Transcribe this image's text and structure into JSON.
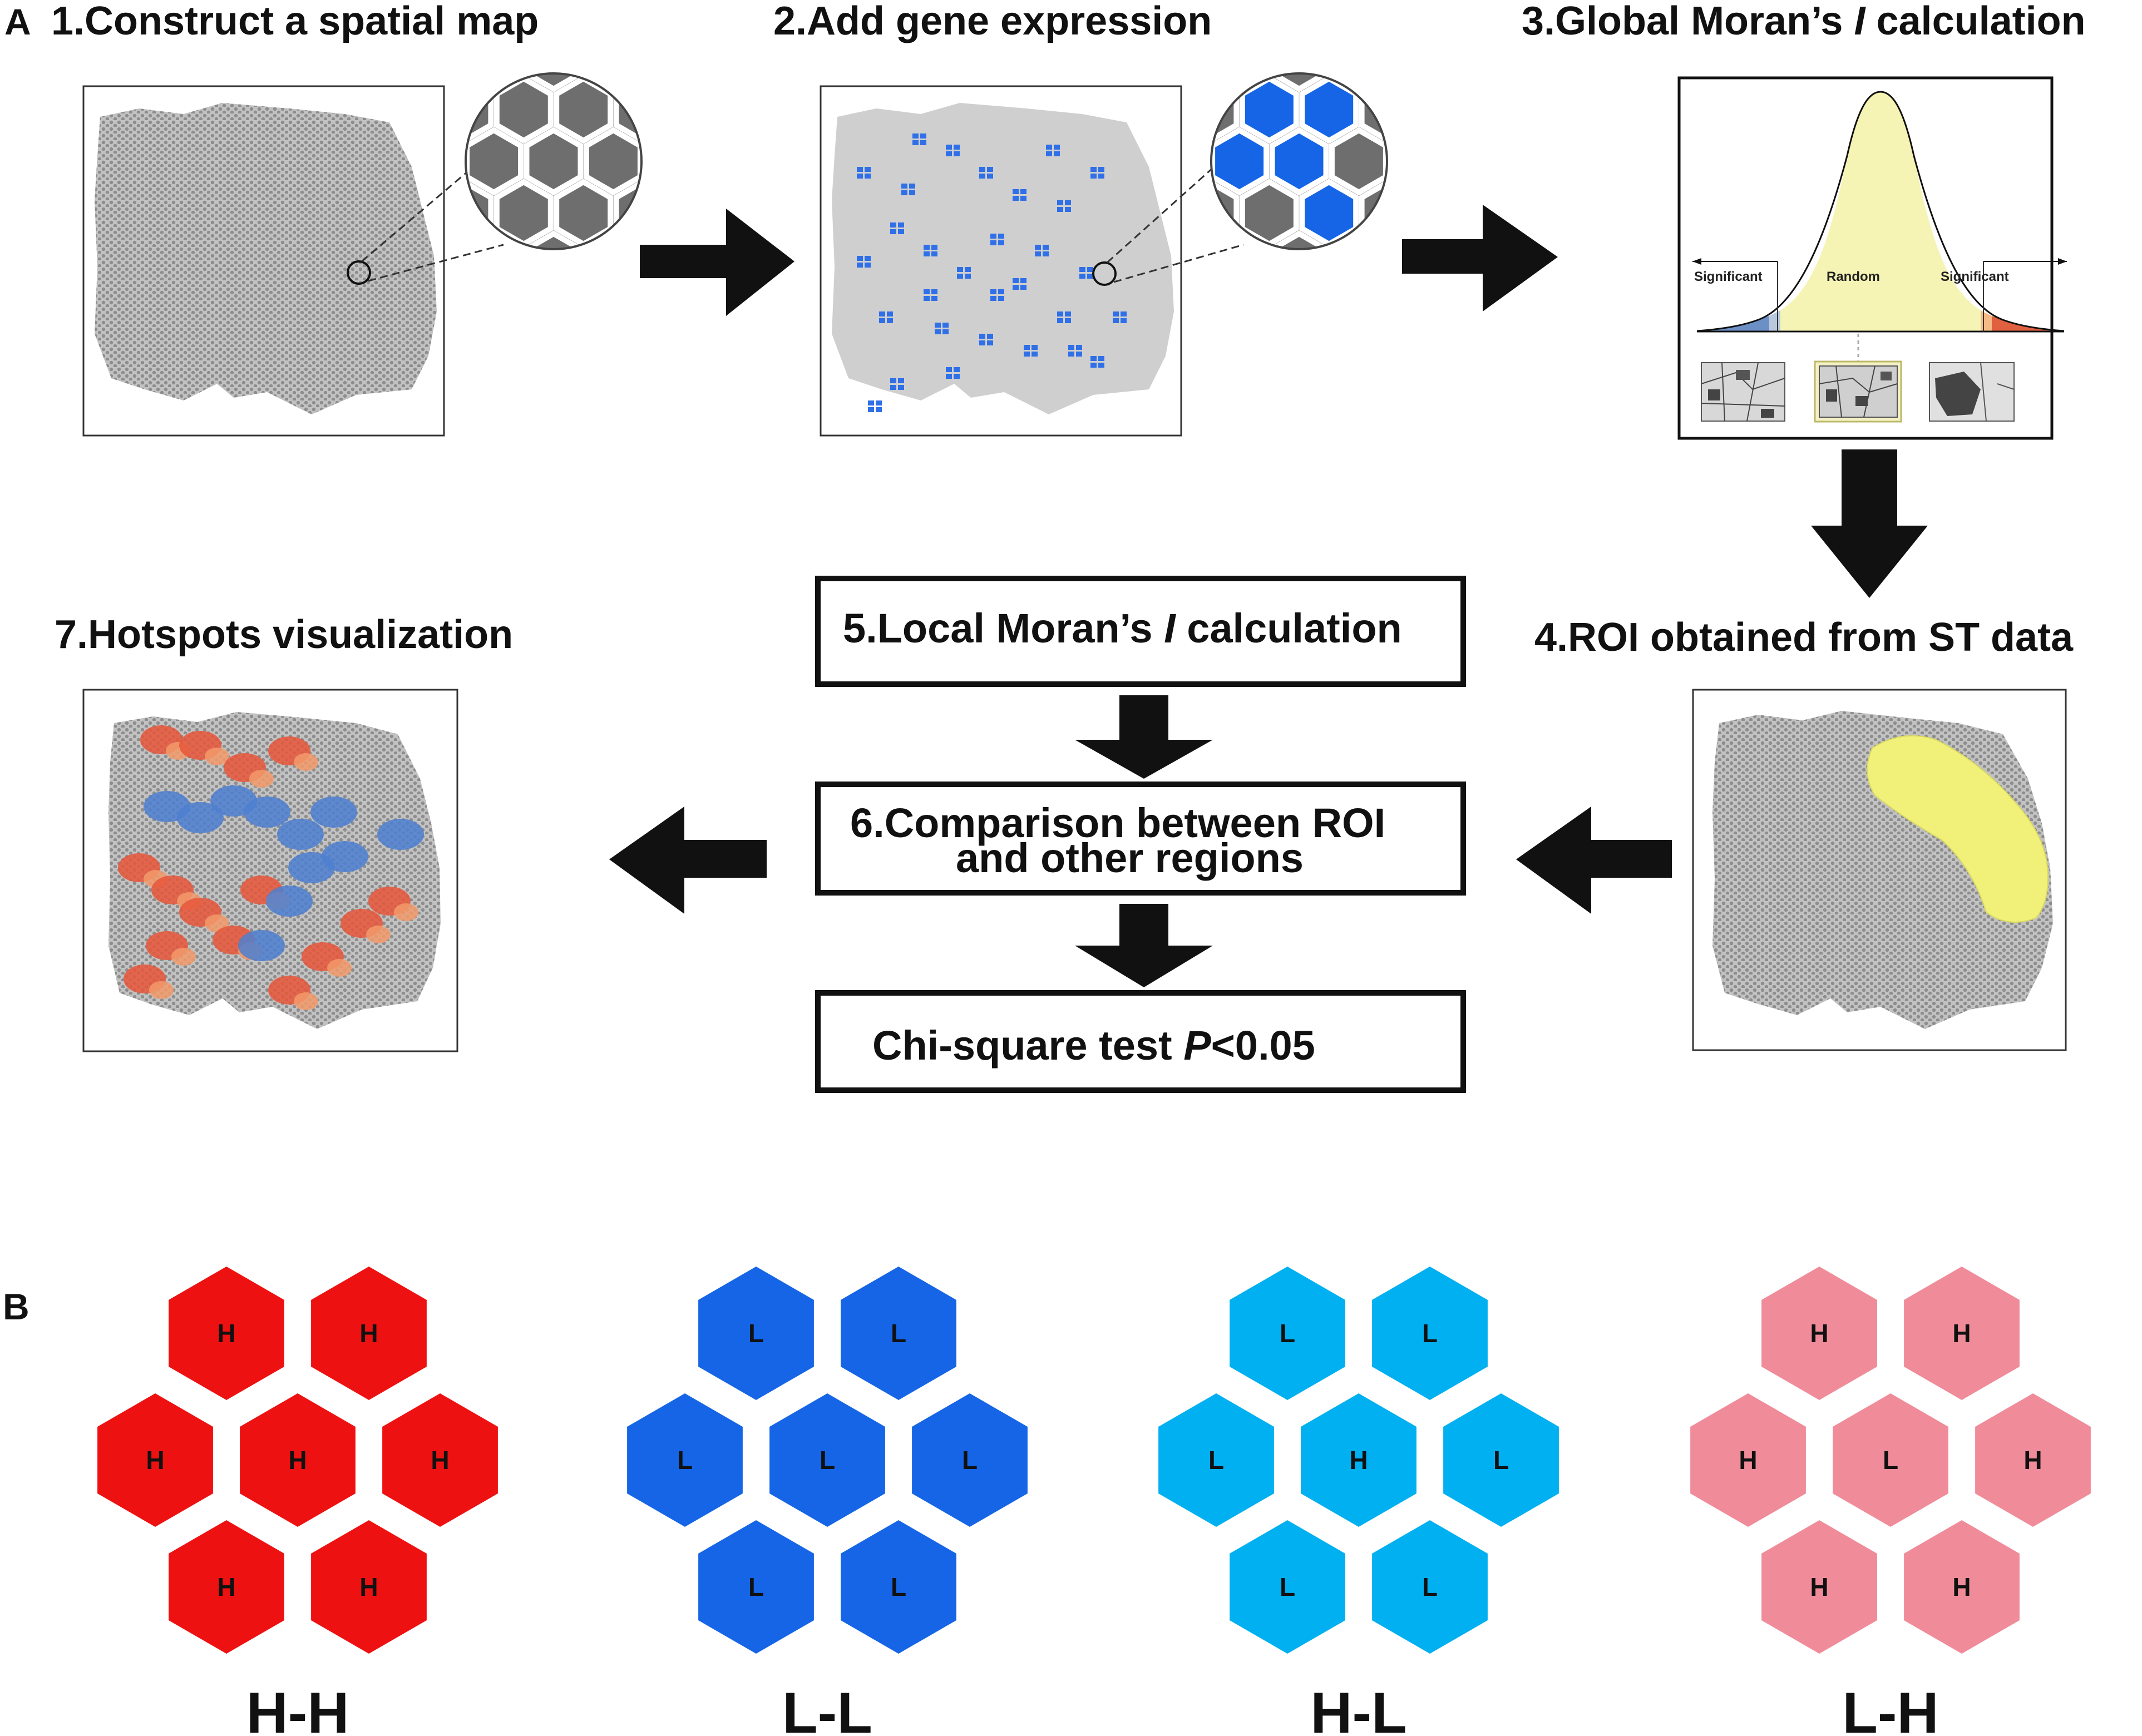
{
  "panel_labels": {
    "a": "A",
    "b": "B"
  },
  "steps": {
    "s1": "1.Construct a spatial map",
    "s2": "2.Add gene expression",
    "s3": "3.Global Moran’s ",
    "s3_italic": "I",
    "s3_tail": " calculation",
    "s4": "4.ROI obtained from ST data",
    "s5": "5.Local Moran’s ",
    "s5_italic": "I",
    "s5_tail": " calculation",
    "s6_line1": "6.Comparison between ROI",
    "s6_line2": "and other regions",
    "s7": "7.Hotspots visualization",
    "chi": "Chi-square test  ",
    "chi_p": "P",
    "chi_tail": "<0.05"
  },
  "distribution": {
    "left_label": "Significant",
    "center_label": "Random",
    "right_label": "Significant"
  },
  "colors": {
    "tissue": "#b9b9b9",
    "tissue_dot": "#8a8a8a",
    "expression_blue": "#2f6fe8",
    "roi_yellow": "#f2f27a",
    "hh": "#ee1111",
    "ll": "#1565e6",
    "hl": "#00b0f0",
    "lh": "#f08c9a"
  },
  "clusters": [
    {
      "name": "H-H",
      "center": "H",
      "ring": [
        "H",
        "H",
        "H",
        "H",
        "H",
        "H"
      ]
    },
    {
      "name": "L-L",
      "center": "L",
      "ring": [
        "L",
        "L",
        "L",
        "L",
        "L",
        "L"
      ]
    },
    {
      "name": "H-L",
      "center": "H",
      "ring": [
        "L",
        "L",
        "L",
        "L",
        "L",
        "L"
      ]
    },
    {
      "name": "L-H",
      "center": "L",
      "ring": [
        "H",
        "H",
        "H",
        "H",
        "H",
        "H"
      ]
    }
  ]
}
